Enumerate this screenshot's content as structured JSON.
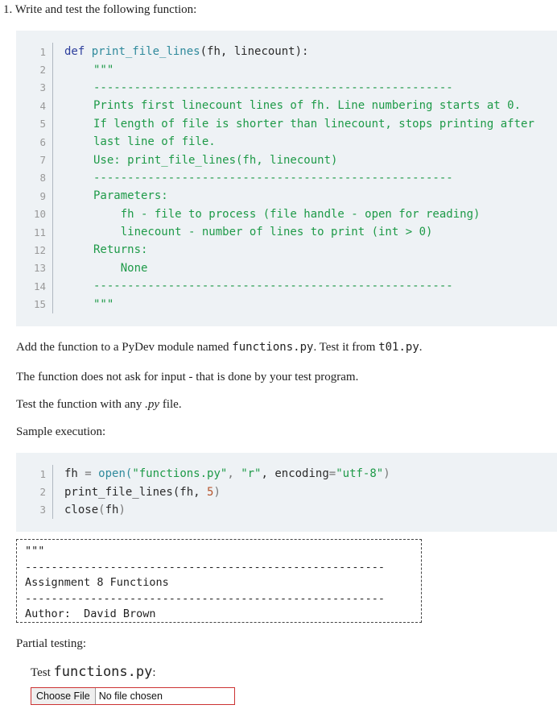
{
  "heading": "1. Write and test the following function:",
  "code1": {
    "line_numbers": [
      "1",
      "2",
      "3",
      "4",
      "5",
      "6",
      "7",
      "8",
      "9",
      "10",
      "11",
      "12",
      "13",
      "14",
      "15"
    ],
    "def_kw": "def",
    "fn_name": "print_file_lines",
    "params": "(fh, linecount):",
    "lines": [
      "\"\"\"",
      "-----------------------------------------------------",
      "Prints first linecount lines of fh. Line numbering starts at 0.",
      "If length of file is shorter than linecount, stops printing after",
      "last line of file.",
      "Use: print_file_lines(fh, linecount)",
      "-----------------------------------------------------",
      "Parameters:",
      "    fh - file to process (file handle - open for reading)",
      "    linecount - number of lines to print (int > 0)",
      "Returns:",
      "    None",
      "-----------------------------------------------------",
      "\"\"\""
    ]
  },
  "para1": {
    "before": "Add the function to a PyDev module named ",
    "module": "functions.py",
    "middle": ". Test it from ",
    "test_file": "t01.py",
    "after": "."
  },
  "para2": "The function does not ask for input - that is done by your test program.",
  "para3": {
    "before": "Test the function with any ",
    "ext": ".py",
    "after": " file."
  },
  "para4": "Sample execution:",
  "code2": {
    "line_numbers": [
      "1",
      "2",
      "3"
    ],
    "line1": {
      "a": "fh ",
      "eq": "=",
      "b": " open(",
      "s1": "\"functions.py\"",
      "c1": ", ",
      "s2": "\"r\"",
      "c2": ", encoding",
      "eq2": "=",
      "s3": "\"utf-8\"",
      "end": ")"
    },
    "line2": {
      "a": "print_file_lines(fh, ",
      "num": "5",
      "end": ")"
    },
    "line3": {
      "a": "close",
      "p1": "(",
      "b": "fh",
      "p2": ")"
    }
  },
  "sample_output": [
    "\"\"\"",
    "-------------------------------------------------------",
    "Assignment 8 Functions",
    "-------------------------------------------------------",
    "Author:  David Brown"
  ],
  "partial_testing": "Partial testing:",
  "test_label": {
    "before": "Test ",
    "file": "functions.py",
    "after": ":"
  },
  "file_input": {
    "button": "Choose File",
    "status": "No file chosen"
  }
}
